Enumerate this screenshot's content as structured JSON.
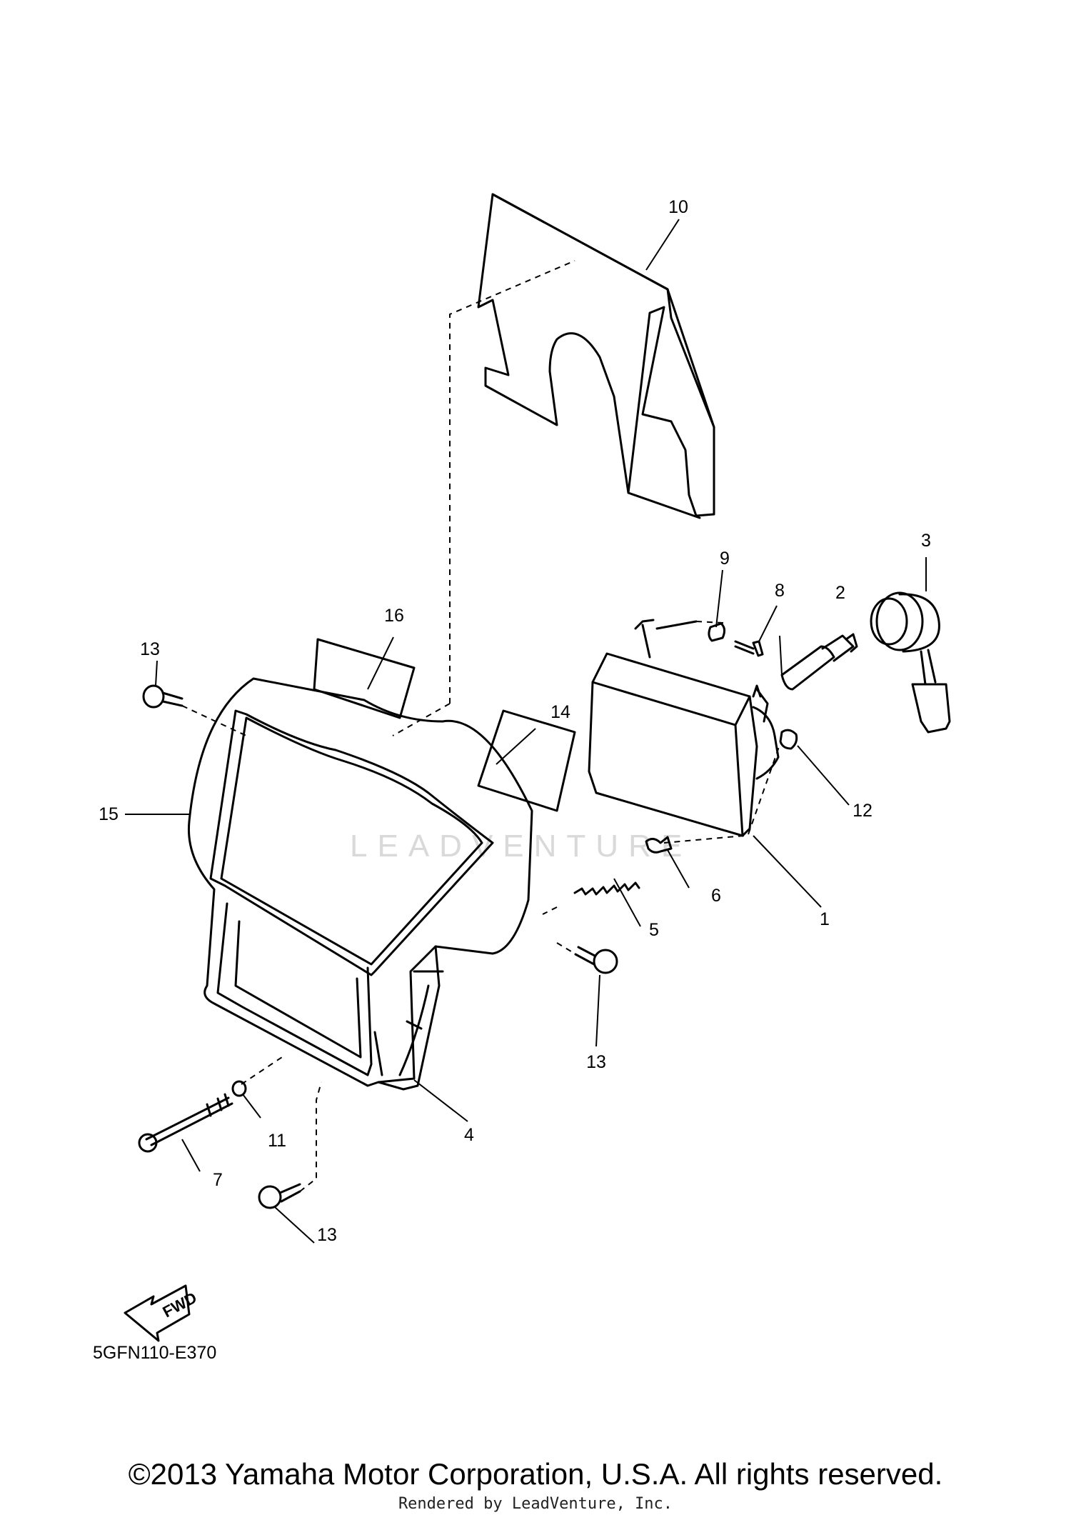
{
  "diagram": {
    "code": "5GFN110-E370",
    "fwd_label": "FWD",
    "callouts": {
      "c1": "1",
      "c2": "2",
      "c3": "3",
      "c4": "4",
      "c5": "5",
      "c6": "6",
      "c7": "7",
      "c8": "8",
      "c9": "9",
      "c10": "10",
      "c11": "11",
      "c12": "12",
      "c13a": "13",
      "c13b": "13",
      "c13c": "13",
      "c14": "14",
      "c15": "15",
      "c16": "16"
    }
  },
  "watermark": {
    "text": "LEADVENTURE"
  },
  "footer": {
    "copyright": "©2013 Yamaha Motor Corporation, U.S.A. All rights reserved.",
    "rendered_by": "Rendered by LeadVenture, Inc."
  }
}
